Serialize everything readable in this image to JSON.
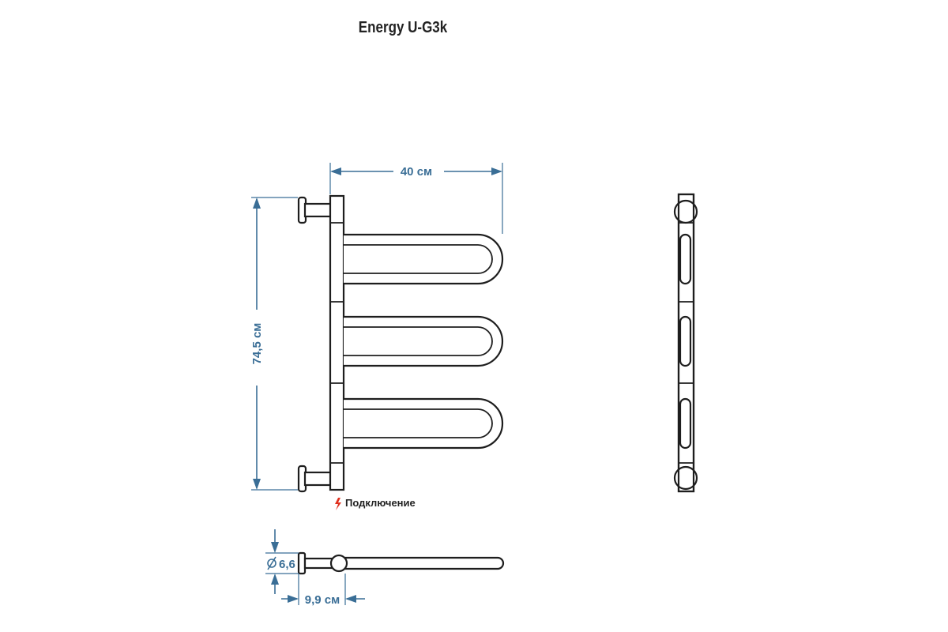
{
  "title": "Energy U-G3k",
  "dimensions": {
    "width": "40 см",
    "height": "74,5 см",
    "diameter": "6,6",
    "depth": "9,9 см"
  },
  "connection_label": "Подключение",
  "colors": {
    "dimension": "#3a6e96",
    "outline": "#1e1e1e",
    "connection_mark": "#e0301e"
  }
}
